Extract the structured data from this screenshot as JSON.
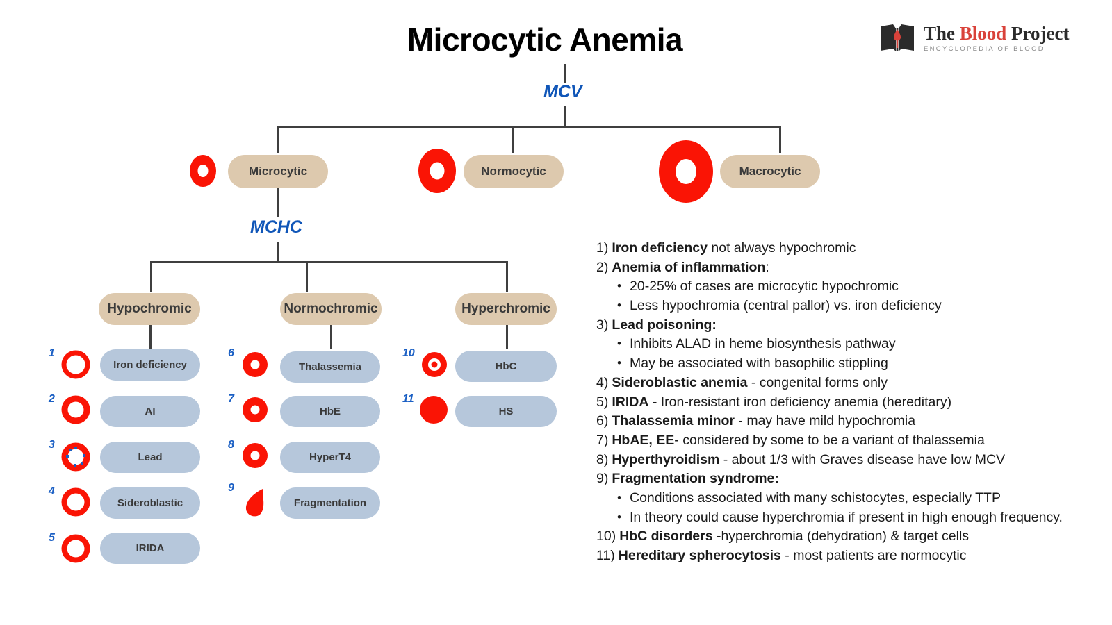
{
  "page": {
    "title": "Microcytic Anemia",
    "accent_blue": "#1056b8",
    "accent_red": "#fa1405",
    "pill_tan": "#ddc9ae",
    "pill_blue": "#b6c7db",
    "line_color": "#3f3f3f"
  },
  "logo": {
    "icon": "open-book-with-blood-drop-icon",
    "word_the": "The ",
    "word_blood": "Blood",
    "word_project": " Project",
    "tagline": "ENCYCLOPEDIA OF BLOOD"
  },
  "tree": {
    "root_split_label": "MCV",
    "second_split_label": "MCHC",
    "tier1": [
      {
        "label": "Microcytic",
        "icon": "rbc-microcytic-icon"
      },
      {
        "label": "Normocytic",
        "icon": "rbc-normocytic-icon"
      },
      {
        "label": "Macrocytic",
        "icon": "rbc-macrocytic-icon"
      }
    ],
    "tier2": [
      {
        "label": "Hypochromic"
      },
      {
        "label": "Normochromic"
      },
      {
        "label": "Hyperchromic"
      }
    ],
    "leaves_hypochromic": [
      {
        "num": "1",
        "label": "Iron deficiency",
        "icon": "rbc-hypochromic-icon"
      },
      {
        "num": "2",
        "label": "AI",
        "icon": "rbc-hypochromic-icon"
      },
      {
        "num": "3",
        "label": "Lead",
        "icon": "rbc-basophilic-stippling-icon"
      },
      {
        "num": "4",
        "label": "Sideroblastic",
        "icon": "rbc-hypochromic-icon"
      },
      {
        "num": "5",
        "label": "IRIDA",
        "icon": "rbc-hypochromic-icon"
      }
    ],
    "leaves_normochromic": [
      {
        "num": "6",
        "label": "Thalassemia",
        "icon": "rbc-normochromic-icon"
      },
      {
        "num": "7",
        "label": "HbE",
        "icon": "rbc-normochromic-icon"
      },
      {
        "num": "8",
        "label": "HyperT4",
        "icon": "rbc-normochromic-icon"
      },
      {
        "num": "9",
        "label": "Fragmentation",
        "icon": "rbc-schistocyte-icon"
      }
    ],
    "leaves_hyperchromic": [
      {
        "num": "10",
        "label": "HbC",
        "icon": "rbc-target-cell-icon"
      },
      {
        "num": "11",
        "label": "HS",
        "icon": "rbc-spherocyte-icon"
      }
    ]
  },
  "legend": [
    {
      "num": "1)",
      "bold": "Iron deficiency",
      "rest": " not always hypochromic",
      "subs": []
    },
    {
      "num": "2)",
      "bold": "Anemia of inflammation",
      "rest": ":",
      "subs": [
        "20-25% of cases are microcytic hypochromic",
        "Less hypochromia (central pallor) vs. iron deficiency"
      ]
    },
    {
      "num": "3)",
      "bold": "Lead poisoning:",
      "rest": "",
      "subs": [
        "Inhibits ALAD in heme biosynthesis pathway",
        "May be associated with basophilic stippling"
      ]
    },
    {
      "num": "4)",
      "bold": "Sideroblastic anemia",
      "rest": " - congenital forms only",
      "subs": []
    },
    {
      "num": "5)",
      "bold": "IRIDA",
      "rest": " - Iron-resistant iron deficiency anemia (hereditary)",
      "subs": []
    },
    {
      "num": "6)",
      "bold": "Thalassemia minor",
      "rest": " - may have mild hypochromia",
      "subs": []
    },
    {
      "num": "7)",
      "bold": "HbAE, EE",
      "rest": "- considered by some to be a variant of thalassemia",
      "subs": []
    },
    {
      "num": "8)",
      "bold": "Hyperthyroidism",
      "rest": " - about 1/3 with Graves disease have low MCV",
      "subs": []
    },
    {
      "num": "9)",
      "bold": "Fragmentation syndrome:",
      "rest": "",
      "subs": [
        "Conditions associated with many schistocytes, especially TTP",
        "In theory could cause hyperchromia if present in high enough frequency."
      ]
    },
    {
      "num": "10)",
      "bold": "HbC disorders",
      "rest": " -hyperchromia (dehydration) & target cells",
      "subs": []
    },
    {
      "num": "11)",
      "bold": "Hereditary spherocytosis",
      "rest": " - most patients are normocytic",
      "subs": []
    }
  ]
}
